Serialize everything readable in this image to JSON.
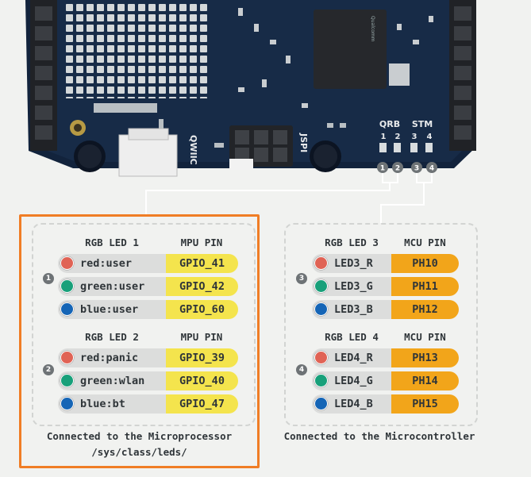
{
  "board": {
    "qwiic_label": "QWIIC",
    "jspi_label": "JSPI",
    "qrb_label": "QRB",
    "stm_label": "STM",
    "header_numbers": [
      "1",
      "2",
      "3",
      "4"
    ],
    "chip_text": "Qualcomm"
  },
  "colors": {
    "red": "#e06355",
    "green": "#18a07a",
    "blue": "#1565b6",
    "mpu_pin": "#f4e44d",
    "mcu_pin": "#f2a51a",
    "highlight": "#f07d25"
  },
  "mpu": {
    "group1": {
      "number": "1",
      "led_header": "RGB LED 1",
      "pin_header": "MPU PIN",
      "rows": [
        {
          "color": "red",
          "label": "red:user",
          "pin": "GPIO_41"
        },
        {
          "color": "green",
          "label": "green:user",
          "pin": "GPIO_42"
        },
        {
          "color": "blue",
          "label": "blue:user",
          "pin": "GPIO_60"
        }
      ]
    },
    "group2": {
      "number": "2",
      "led_header": "RGB LED 2",
      "pin_header": "MPU PIN",
      "rows": [
        {
          "color": "red",
          "label": "red:panic",
          "pin": "GPIO_39"
        },
        {
          "color": "green",
          "label": "green:wlan",
          "pin": "GPIO_40"
        },
        {
          "color": "blue",
          "label": "blue:bt",
          "pin": "GPIO_47"
        }
      ]
    },
    "caption_line1": "Connected to the Microprocessor",
    "caption_line2": "/sys/class/leds/"
  },
  "mcu": {
    "group3": {
      "number": "3",
      "led_header": "RGB LED 3",
      "pin_header": "MCU PIN",
      "rows": [
        {
          "color": "red",
          "label": "LED3_R",
          "pin": "PH10"
        },
        {
          "color": "green",
          "label": "LED3_G",
          "pin": "PH11"
        },
        {
          "color": "blue",
          "label": "LED3_B",
          "pin": "PH12"
        }
      ]
    },
    "group4": {
      "number": "4",
      "led_header": "RGB LED 4",
      "pin_header": "MCU PIN",
      "rows": [
        {
          "color": "red",
          "label": "LED4_R",
          "pin": "PH13"
        },
        {
          "color": "green",
          "label": "LED4_G",
          "pin": "PH14"
        },
        {
          "color": "blue",
          "label": "LED4_B",
          "pin": "PH15"
        }
      ]
    },
    "caption": "Connected to the Microcontroller"
  }
}
